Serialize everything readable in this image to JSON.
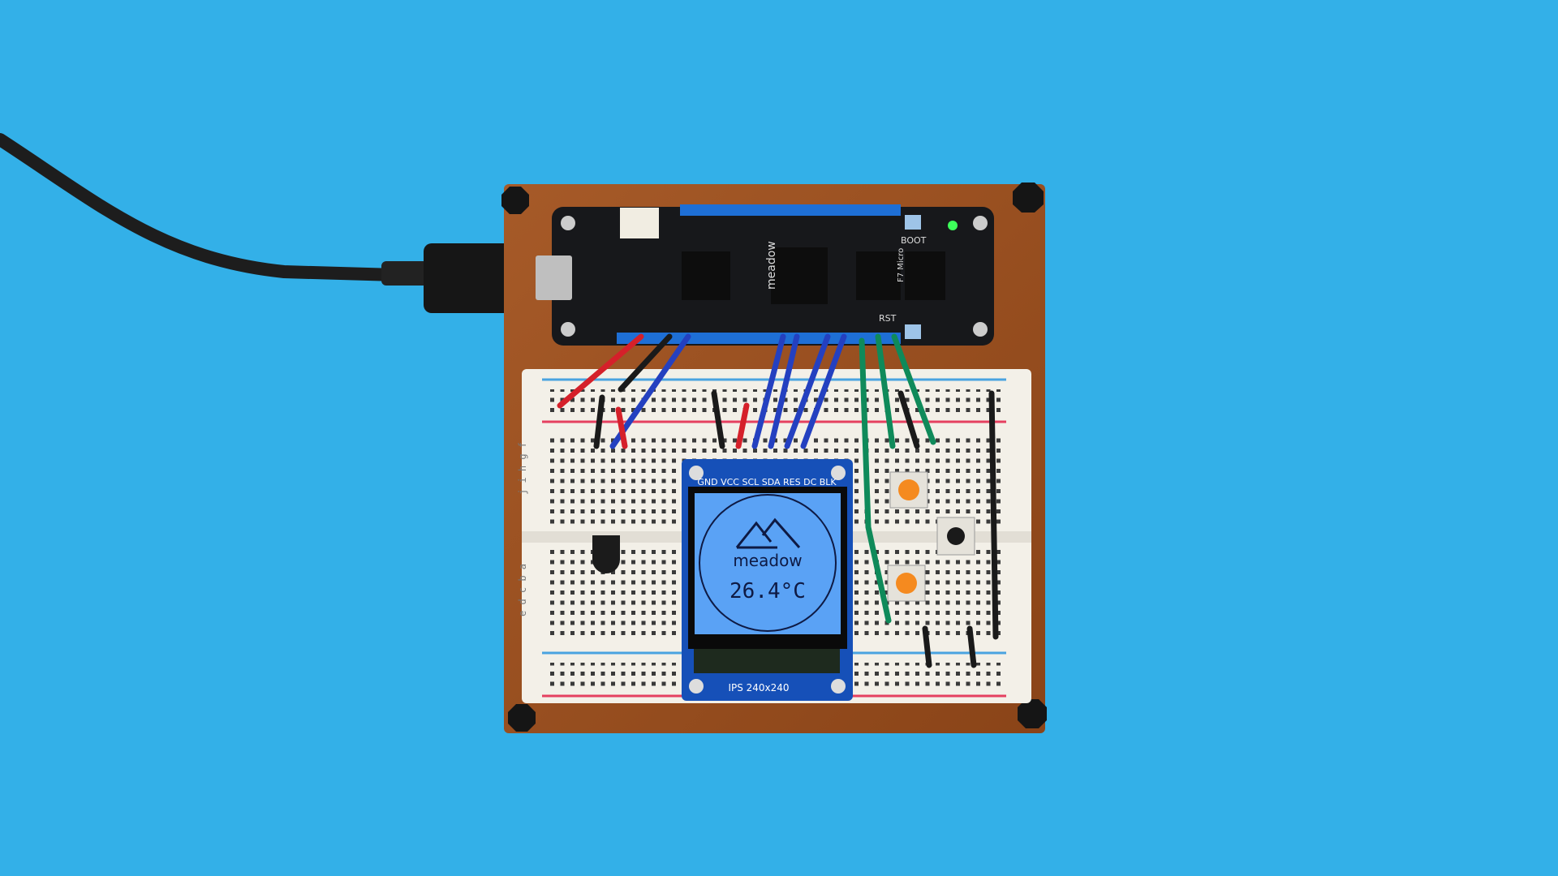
{
  "background_color": "#33b0e8",
  "microcontroller": {
    "brand": "meadow",
    "model": "F7 Micro",
    "boot_label": "BOOT",
    "rst_label": "RST",
    "status_led_color": "#3dff5a"
  },
  "display_module": {
    "pin_labels": "GND VCC SCL SDA RES DC BLK",
    "footer_label": "IPS 240x240",
    "screen": {
      "logo_text": "meadow",
      "temperature": "26.4°C",
      "screen_color": "#5aa2f5"
    }
  },
  "breadboard": {
    "row_letters_top": "j i h g f",
    "row_letters_bottom": "e d c b a"
  }
}
